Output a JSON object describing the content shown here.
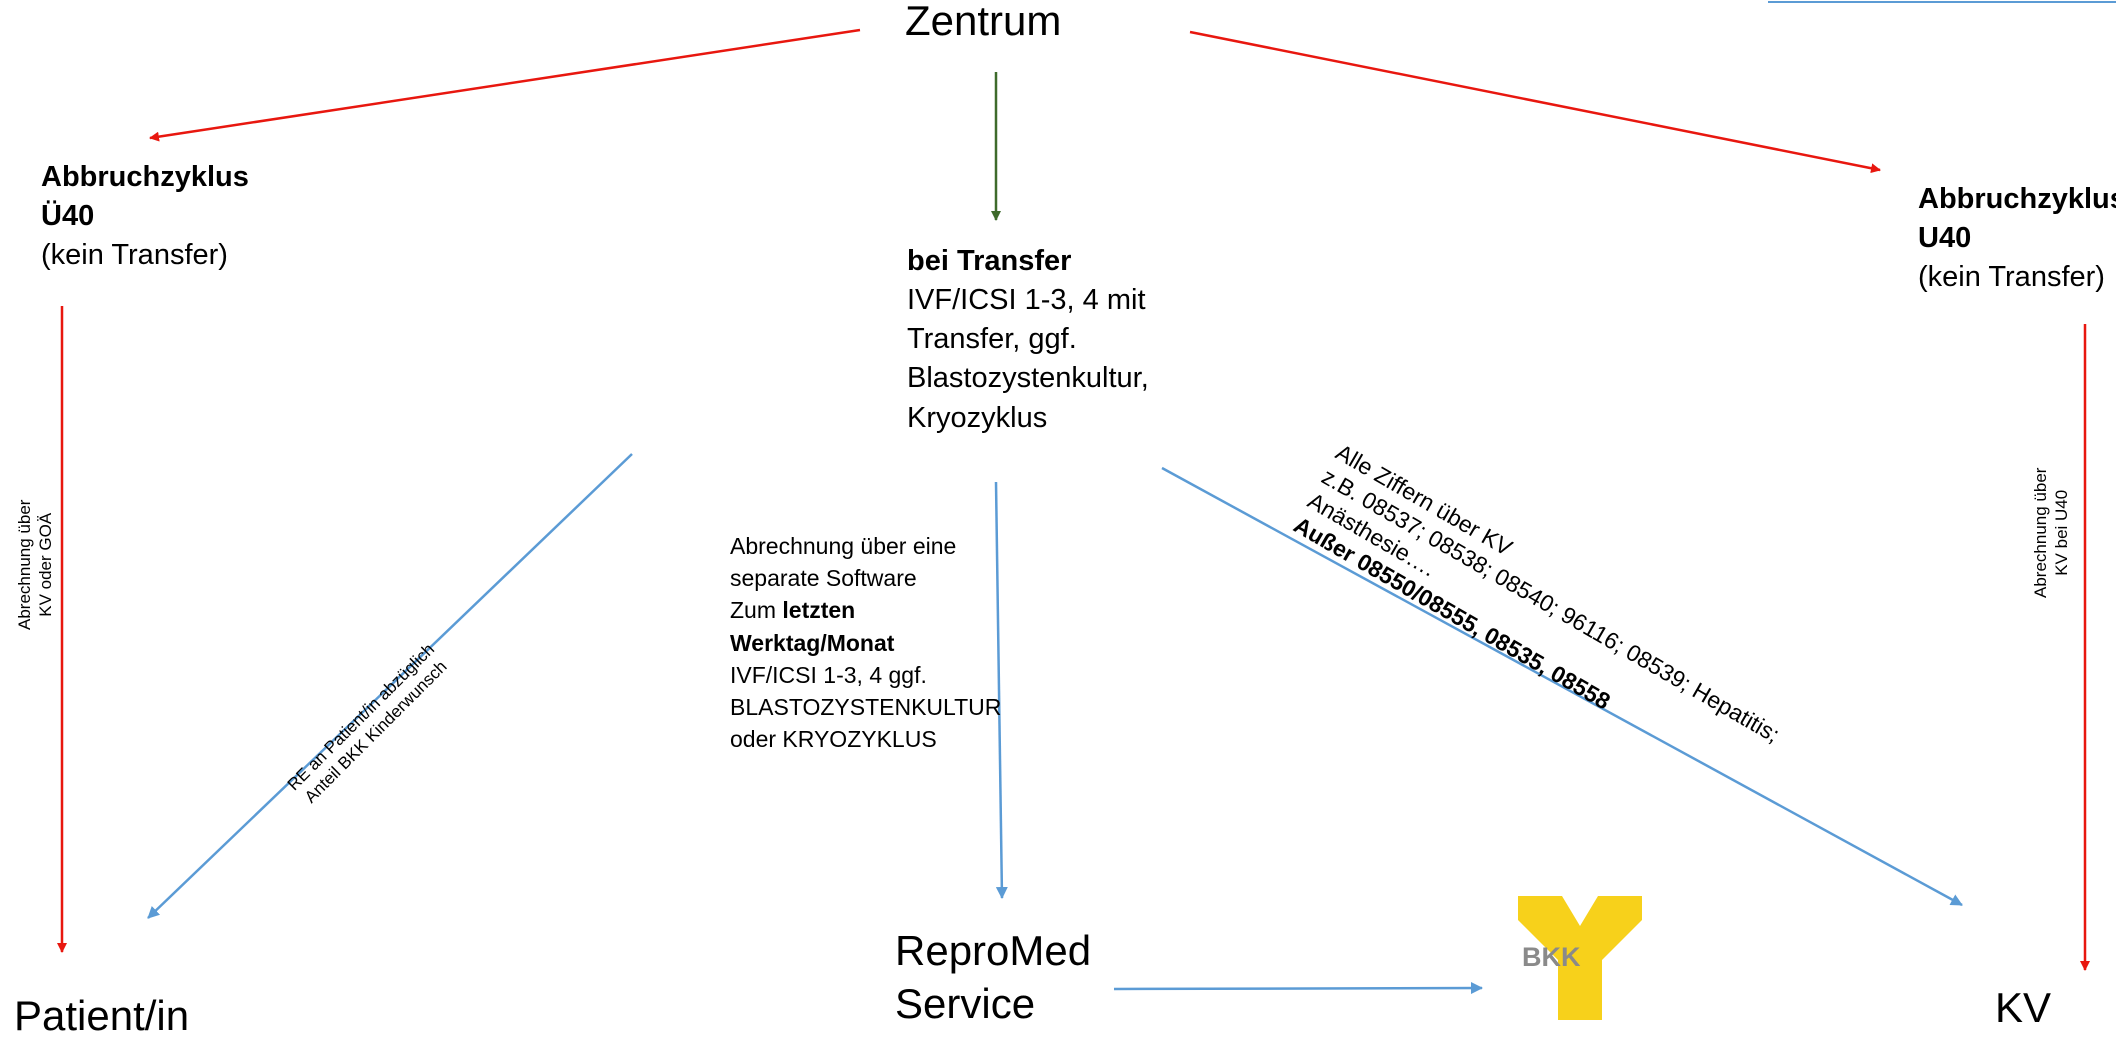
{
  "nodes": {
    "zentrum": "Zentrum",
    "left": {
      "line1": "Abbruchzyklus",
      "line2": "Ü40",
      "line3": "(kein Transfer)"
    },
    "right": {
      "line1": "Abbruchzyklus",
      "line2": "U40",
      "line3": "(kein Transfer)"
    },
    "center": {
      "line1": "bei Transfer",
      "line2": "IVF/ICSI 1-3, 4 mit",
      "line3": "Transfer, ggf.",
      "line4": "Blastozystenkultur,",
      "line5": "Kryozyklus"
    },
    "patient": "Patient/in",
    "repromed1": "ReproMed",
    "repromed2": "Service",
    "kv": "KV",
    "bkk_logo_text": "BKK"
  },
  "edge_labels": {
    "left_vertical": {
      "line1": "Abrechnung über",
      "line2": "KV oder GOÄ"
    },
    "right_vertical": {
      "line1": "Abrechnung über",
      "line2": "KV bei U40"
    },
    "left_diagonal": {
      "line1": "RE an Patient/in abzüglich",
      "line2": "Anteil BKK Kinderwunsch"
    },
    "center_down": {
      "line1": "Abrechnung über eine",
      "line2": "separate Software",
      "line3_pre": "Zum ",
      "line3_bold": "letzten",
      "line4": "Werktag/Monat",
      "line5": "IVF/ICSI 1-3, 4 ggf.",
      "line6": "BLASTOZYSTENKULTUR",
      "line7": "oder KRYOZYKLUS"
    },
    "right_diagonal": {
      "line1": "Alle Ziffern über KV",
      "line2": "z.B. 08537; 08538; 08540; 96116; 08539; Hepatitis;",
      "line3": "Anästhesie….",
      "line4": "Außer 08550/08555, 08535, 08558"
    }
  },
  "colors": {
    "red": "#e8170f",
    "green": "#3e6b2b",
    "blue": "#5b9bd5",
    "bkk_yellow": "#f7d11b",
    "bkk_gray": "#8a8a8a"
  }
}
